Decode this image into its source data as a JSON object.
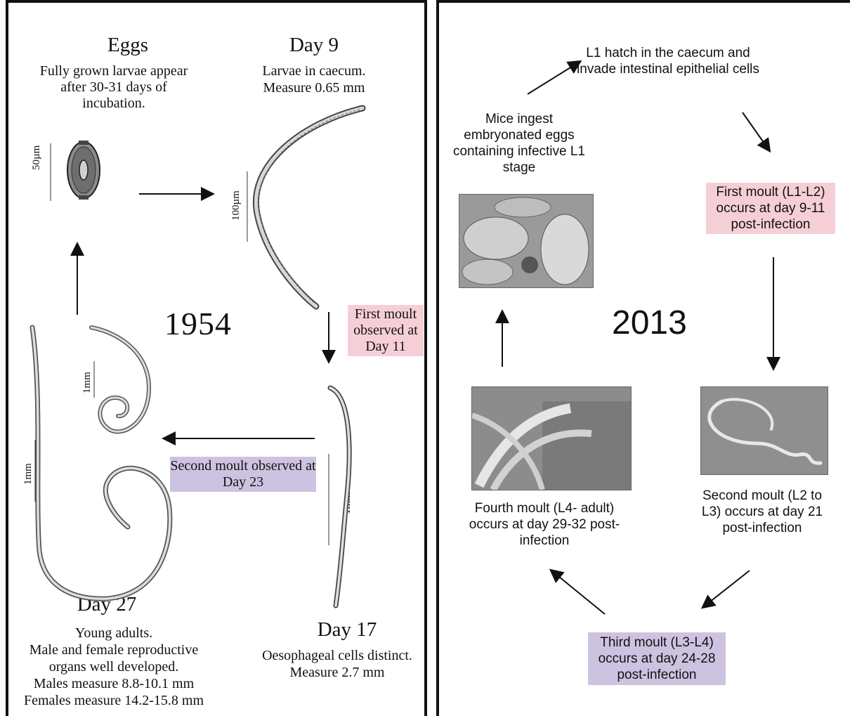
{
  "left": {
    "year": "1954",
    "eggs": {
      "title": "Eggs",
      "desc": "Fully grown larvae appear after 30-31 days of incubation.",
      "scale": "50µm"
    },
    "day9": {
      "title": "Day 9",
      "line1": "Larvae in caecum.",
      "line2": "Measure 0.65 mm",
      "scale": "100µm"
    },
    "first_moult": "First moult observed at Day 11",
    "day17": {
      "title": "Day 17",
      "line1": "Oesophageal cells distinct.",
      "line2": "Measure 2.7 mm",
      "scale": "1mm"
    },
    "second_moult": "Second moult observed at Day 23",
    "day27": {
      "title": "Day 27",
      "line1": "Young adults.",
      "line2": "Male and female reproductive",
      "line3": "organs well developed.",
      "line4": "Males measure 8.8-10.1 mm",
      "line5": "Females measure 14.2-15.8 mm",
      "scale_male": "1mm",
      "scale_female": "1mm"
    }
  },
  "right": {
    "year": "2013",
    "hatch": "L1 hatch in the caecum and invade intestinal epithelial cells",
    "ingest": "Mice ingest embryonated eggs containing infective L1 stage",
    "first_moult": "First moult (L1-L2) occurs at day 9-11 post-infection",
    "second_moult": "Second moult (L2 to L3) occurs at day 21 post-infection",
    "third_moult": "Third moult (L3-L4) occurs at day 24-28 post-infection",
    "fourth_moult": "Fourth moult (L4- adult) occurs at day 29-32 post-infection"
  },
  "colors": {
    "pink_highlight": "#f6cfd6",
    "lavender_highlight": "#cdc3e0",
    "border": "#111111"
  }
}
